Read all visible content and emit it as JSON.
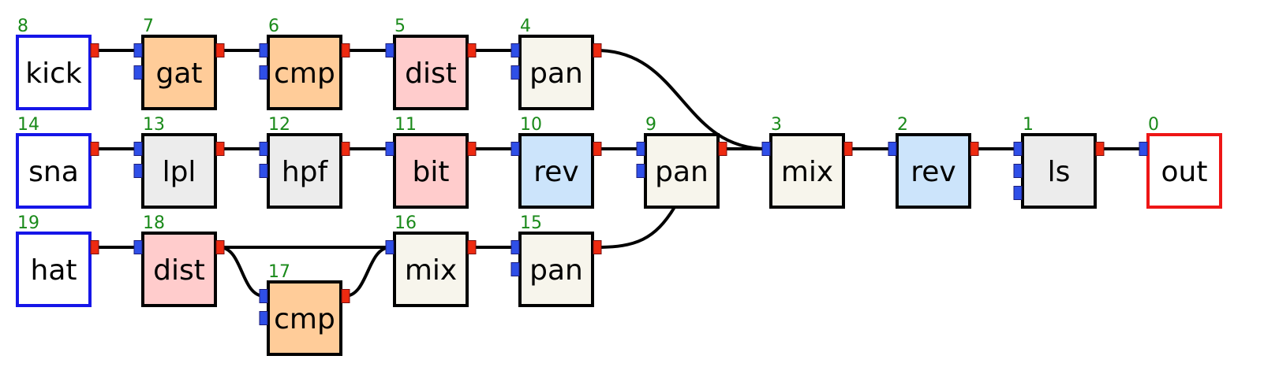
{
  "colors": {
    "wire": "#000000",
    "input_port": "#2f4fe8",
    "output_port": "#ee2a10",
    "index_text": "#1a8a1a",
    "label_text": "#000000",
    "source_border": "#1616e8",
    "sink_border": "#ee1616",
    "gat": "#ffcc99",
    "cmp": "#ffcc99",
    "dist": "#ffcccc",
    "bit": "#ffcccc",
    "rev": "#cce4fb",
    "pan": "#f7f5ec",
    "mix": "#f7f5ec",
    "filter": "#ececec",
    "source": "#ffffff"
  },
  "nodes": [
    {
      "id": 8,
      "label": "kick",
      "kind": "source",
      "inputs": 0,
      "outputs": 1
    },
    {
      "id": 7,
      "label": "gat",
      "kind": "gat",
      "inputs": 2,
      "outputs": 1
    },
    {
      "id": 6,
      "label": "cmp",
      "kind": "cmp",
      "inputs": 2,
      "outputs": 1
    },
    {
      "id": 5,
      "label": "dist",
      "kind": "dist",
      "inputs": 1,
      "outputs": 1
    },
    {
      "id": 4,
      "label": "pan",
      "kind": "pan",
      "inputs": 2,
      "outputs": 1
    },
    {
      "id": 14,
      "label": "sna",
      "kind": "source",
      "inputs": 0,
      "outputs": 1
    },
    {
      "id": 13,
      "label": "lpl",
      "kind": "filter",
      "inputs": 2,
      "outputs": 1
    },
    {
      "id": 12,
      "label": "hpf",
      "kind": "filter",
      "inputs": 2,
      "outputs": 1
    },
    {
      "id": 11,
      "label": "bit",
      "kind": "bit",
      "inputs": 1,
      "outputs": 1
    },
    {
      "id": 10,
      "label": "rev",
      "kind": "rev",
      "inputs": 1,
      "outputs": 1
    },
    {
      "id": 9,
      "label": "pan",
      "kind": "pan",
      "inputs": 2,
      "outputs": 1
    },
    {
      "id": 3,
      "label": "mix",
      "kind": "mix",
      "inputs": 1,
      "outputs": 1
    },
    {
      "id": 2,
      "label": "rev",
      "kind": "rev",
      "inputs": 1,
      "outputs": 1
    },
    {
      "id": 1,
      "label": "ls",
      "kind": "filter",
      "inputs": 3,
      "outputs": 1
    },
    {
      "id": 0,
      "label": "out",
      "kind": "sink",
      "inputs": 1,
      "outputs": 0
    },
    {
      "id": 19,
      "label": "hat",
      "kind": "source",
      "inputs": 0,
      "outputs": 1
    },
    {
      "id": 18,
      "label": "dist",
      "kind": "dist",
      "inputs": 1,
      "outputs": 1
    },
    {
      "id": 17,
      "label": "cmp",
      "kind": "cmp",
      "inputs": 2,
      "outputs": 1
    },
    {
      "id": 16,
      "label": "mix",
      "kind": "mix",
      "inputs": 1,
      "outputs": 1
    },
    {
      "id": 15,
      "label": "pan",
      "kind": "pan",
      "inputs": 2,
      "outputs": 1
    }
  ],
  "edges": [
    {
      "from": 8,
      "to": 7,
      "port": 0
    },
    {
      "from": 7,
      "to": 6,
      "port": 0
    },
    {
      "from": 6,
      "to": 5,
      "port": 0
    },
    {
      "from": 5,
      "to": 4,
      "port": 0
    },
    {
      "from": 4,
      "to": 3,
      "port": 0
    },
    {
      "from": 14,
      "to": 13,
      "port": 0
    },
    {
      "from": 13,
      "to": 12,
      "port": 0
    },
    {
      "from": 12,
      "to": 11,
      "port": 0
    },
    {
      "from": 11,
      "to": 10,
      "port": 0
    },
    {
      "from": 10,
      "to": 9,
      "port": 0
    },
    {
      "from": 9,
      "to": 3,
      "port": 0
    },
    {
      "from": 3,
      "to": 2,
      "port": 0
    },
    {
      "from": 2,
      "to": 1,
      "port": 0
    },
    {
      "from": 1,
      "to": 0,
      "port": 0
    },
    {
      "from": 19,
      "to": 18,
      "port": 0
    },
    {
      "from": 18,
      "to": 16,
      "port": 0
    },
    {
      "from": 18,
      "to": 17,
      "port": 0
    },
    {
      "from": 17,
      "to": 16,
      "port": 0
    },
    {
      "from": 16,
      "to": 15,
      "port": 0
    },
    {
      "from": 15,
      "to": 9,
      "port": 1
    }
  ]
}
